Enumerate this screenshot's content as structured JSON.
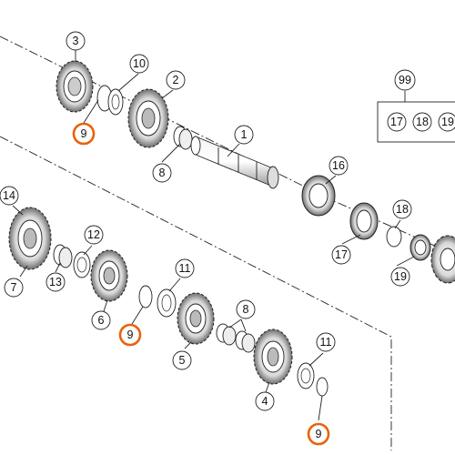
{
  "callouts": {
    "c3": "3",
    "c10": "10",
    "c2": "2",
    "c9a": "9",
    "c1": "1",
    "c8a": "8",
    "c99": "99",
    "c17a": "17",
    "c18a": "18",
    "c19a": "19",
    "c16": "16",
    "c14": "14",
    "c12": "12",
    "c18b": "18",
    "c17b": "17",
    "c19b": "19",
    "c13": "13",
    "c7": "7",
    "c11a": "11",
    "c6": "6",
    "c9b": "9",
    "c8b": "8",
    "c5": "5",
    "c11b": "11",
    "c4": "4",
    "c9c": "9"
  },
  "colors": {
    "highlight_ring": "#e8620c",
    "line": "#222222",
    "gear_fill": "#ffffff",
    "gear_shade": "#8c8c8c"
  }
}
